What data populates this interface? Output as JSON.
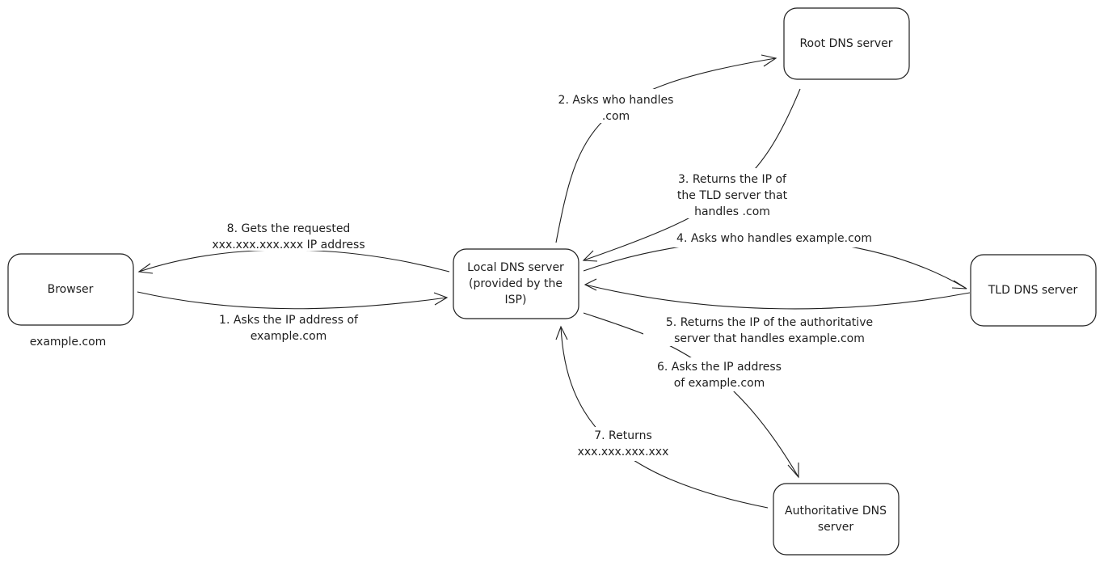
{
  "diagram": {
    "nodes": {
      "browser": {
        "label": [
          "Browser"
        ],
        "caption": "example.com"
      },
      "local_dns": {
        "label": [
          "Local DNS server",
          "(provided by the",
          "ISP)"
        ]
      },
      "root_dns": {
        "label": [
          "Root DNS server"
        ]
      },
      "tld_dns": {
        "label": [
          "TLD DNS server"
        ]
      },
      "auth_dns": {
        "label": [
          "Authoritative DNS",
          "server"
        ]
      }
    },
    "edges": {
      "step1": [
        "1. Asks the IP address of",
        "example.com"
      ],
      "step2": [
        "2. Asks who handles",
        ".com"
      ],
      "step3": [
        "3. Returns the IP of",
        "the TLD server that",
        "handles .com"
      ],
      "step4": [
        "4. Asks who handles example.com"
      ],
      "step5": [
        "5. Returns the IP of the authoritative",
        "server that handles example.com"
      ],
      "step6": [
        "6. Asks the IP address",
        "of example.com"
      ],
      "step7": [
        "7. Returns",
        "xxx.xxx.xxx.xxx"
      ],
      "step8": [
        "8. Gets the requested",
        "xxx.xxx.xxx.xxx IP address"
      ]
    }
  }
}
